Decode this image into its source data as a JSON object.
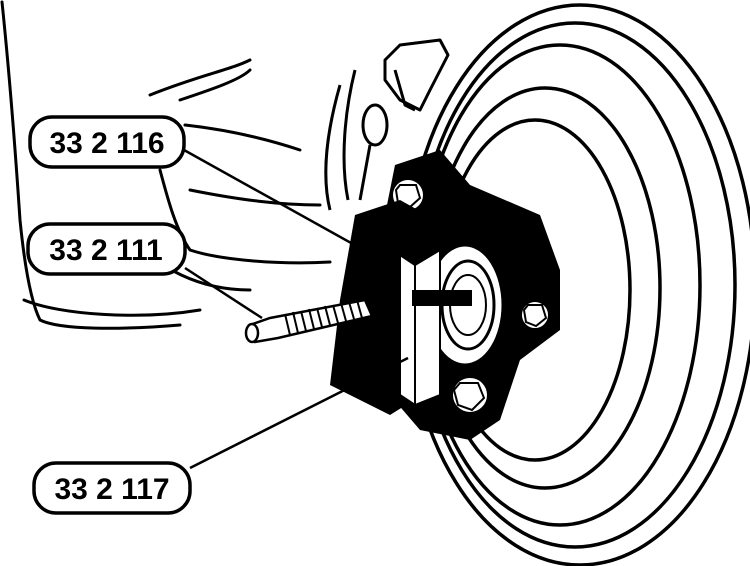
{
  "figure": {
    "type": "technical-line-drawing",
    "subject": "wheel hub with puller tools"
  },
  "callouts": [
    {
      "id": "upper",
      "text": "33 2 116"
    },
    {
      "id": "middle",
      "text": "33 2 111"
    },
    {
      "id": "lower",
      "text": "33 2 117"
    }
  ],
  "colors": {
    "ink": "#000000",
    "paper": "#ffffff"
  }
}
